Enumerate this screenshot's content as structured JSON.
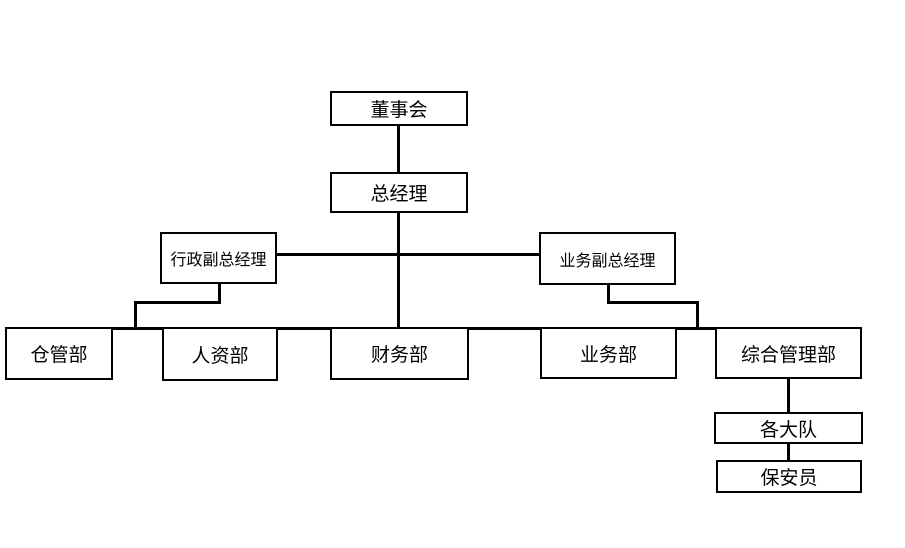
{
  "org_chart": {
    "board": "董事会",
    "gm": "总经理",
    "admin_vgm": "行政副总经理",
    "business_vgm": "业务副总经理",
    "warehouse": "仓管部",
    "hr": "人资部",
    "finance": "财务部",
    "business": "业务部",
    "general_mgmt": "综合管理部",
    "brigades": "各大队",
    "security_staff": "保安员"
  }
}
